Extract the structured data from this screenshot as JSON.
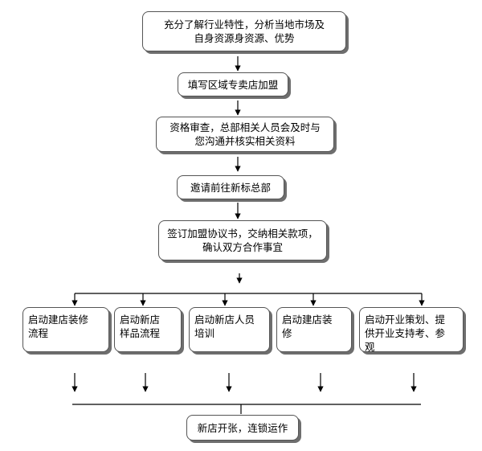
{
  "steps": {
    "s1": "充分了解行业特性，分析当地市场及\n自身资源身资源、优势",
    "s2": "填写区域专卖店加盟",
    "s3": "资格审查，总部相关人员会及时与\n您沟通并核实相关资料",
    "s4": "邀请前往新标总部",
    "s5": "签订加盟协议书，交纳相关款项，\n确认双方合作事宜"
  },
  "branches": {
    "b1": "启动建店装修\n流程",
    "b2": "启动新店\n样品流程",
    "b3": "启动新店人员\n培训",
    "b4": "启动建店装\n修",
    "b5": "启动开业策划、提\n供开业支持考、参\n观"
  },
  "final": "新店开张，连锁运作"
}
